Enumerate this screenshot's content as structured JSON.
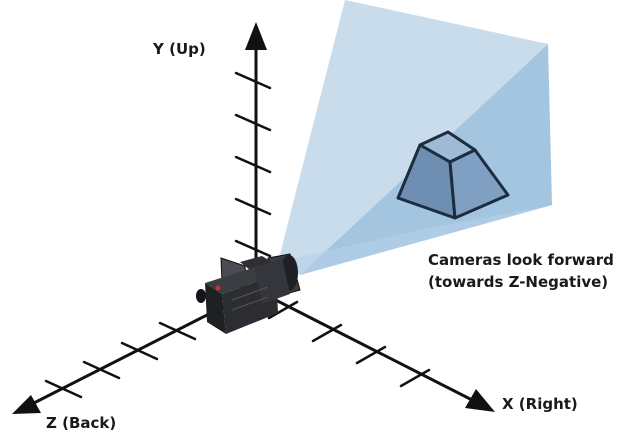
{
  "axes": {
    "y_label": "Y (Up)",
    "x_label": "X (Right)",
    "z_label": "Z (Back)"
  },
  "caption": {
    "line1": "Cameras look forward",
    "line2": "(towards Z-Negative)"
  },
  "icons": {
    "camera": "video-camera-icon",
    "target": "truncated-pyramid-icon"
  },
  "colors": {
    "frustum_light": "#c9dcec",
    "frustum_mid": "#a3c5e0",
    "frustum_dark": "#8fb7d8",
    "pyramid_top": "#9fbad6",
    "pyramid_front": "#6f8fb2",
    "pyramid_side": "#7fa0c2",
    "axis": "#111111",
    "camera_body": "#2a2a2a"
  }
}
